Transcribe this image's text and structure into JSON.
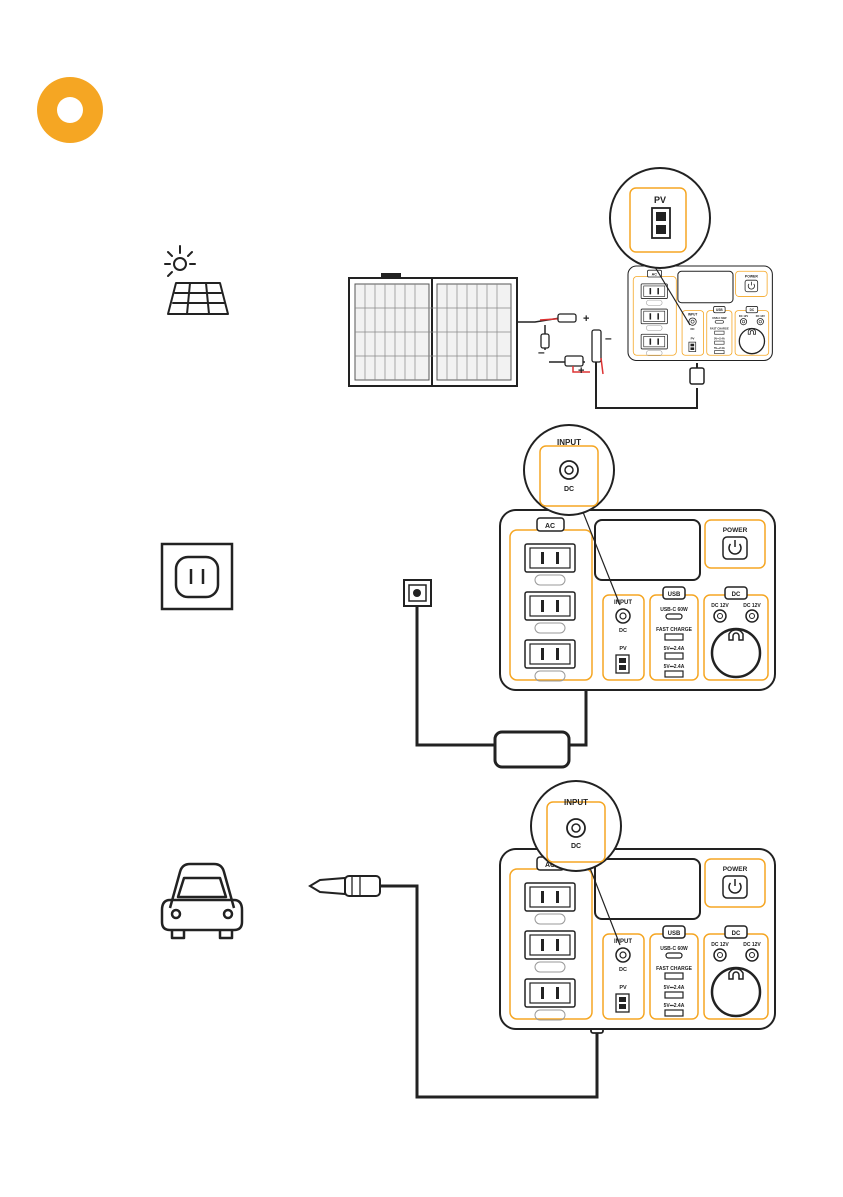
{
  "colors": {
    "accent": "#f5a623",
    "line": "#1a1a1a",
    "panel_fill": "#ffffff"
  },
  "icons": [
    "solar-icon",
    "wall-outlet-icon",
    "car-icon",
    "charge-badge-icon"
  ],
  "solar": {
    "zoom_label": "PV",
    "polarity_plus": "+",
    "polarity_minus": "–"
  },
  "wall": {
    "zoom_title": "INPUT",
    "zoom_port": "DC"
  },
  "car": {
    "zoom_title": "INPUT",
    "zoom_port": "DC"
  },
  "station": {
    "ac_label": "AC",
    "power_label": "POWER",
    "input_label": "INPUT",
    "dc_port": "DC",
    "pv_label": "PV",
    "usb_label": "USB",
    "usb_c": "USB-C 60W",
    "fast_charge": "FAST CHARGE",
    "usb_a1": "5V⎓2.4A",
    "usb_a2": "5V⎓2.4A",
    "dc_label": "DC",
    "dc12_left": "DC 12V",
    "dc12_right": "DC 12V"
  }
}
